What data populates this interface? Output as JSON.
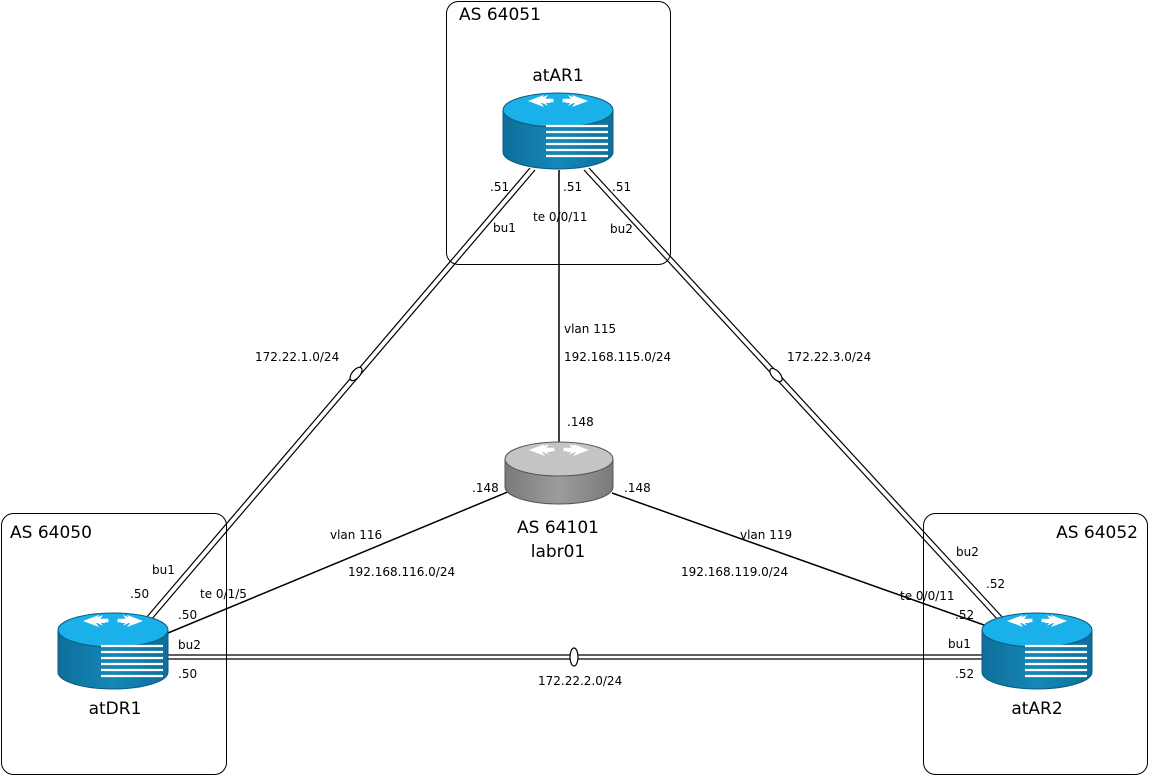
{
  "colors": {
    "router_blue": "#1a9fd6",
    "router_gray": "#9a9a9a",
    "line": "#000000"
  },
  "icons": {
    "router": "router-icon"
  },
  "as_boxes": {
    "top": "AS 64051",
    "left": "AS 64050",
    "right": "AS 64052"
  },
  "routers": {
    "atar1": {
      "name": "atAR1"
    },
    "atdr1": {
      "name": "atDR1"
    },
    "atar2": {
      "name": "atAR2"
    },
    "labr01": {
      "as": "AS 64101",
      "name": "labr01"
    }
  },
  "links": {
    "ar1_dr1": {
      "subnet": "172.22.1.0/24",
      "ar1_ip": ".51",
      "ar1_if": "bu1",
      "dr1_ip": ".50",
      "dr1_if": "bu1"
    },
    "ar1_lab": {
      "ar1_ip": ".51",
      "ar1_if": "te 0/0/11",
      "vlan": "vlan 115",
      "subnet": "192.168.115.0/24",
      "lab_ip": ".148"
    },
    "ar1_ar2": {
      "subnet": "172.22.3.0/24",
      "ar1_ip": ".51",
      "ar1_if": "bu2",
      "ar2_ip": ".52",
      "ar2_if": "bu2"
    },
    "dr1_lab": {
      "lab_ip": ".148",
      "vlan": "vlan 116",
      "subnet": "192.168.116.0/24",
      "dr1_if": "te 0/1/5",
      "dr1_ip": ".50"
    },
    "ar2_lab": {
      "lab_ip": ".148",
      "vlan": "vlan 119",
      "subnet": "192.168.119.0/24",
      "ar2_if": "te 0/0/11",
      "ar2_ip": ".52"
    },
    "dr1_ar2": {
      "subnet": "172.22.2.0/24",
      "dr1_if": "bu2",
      "dr1_ip": ".50",
      "ar2_if": "bu1",
      "ar2_ip": ".52"
    }
  }
}
